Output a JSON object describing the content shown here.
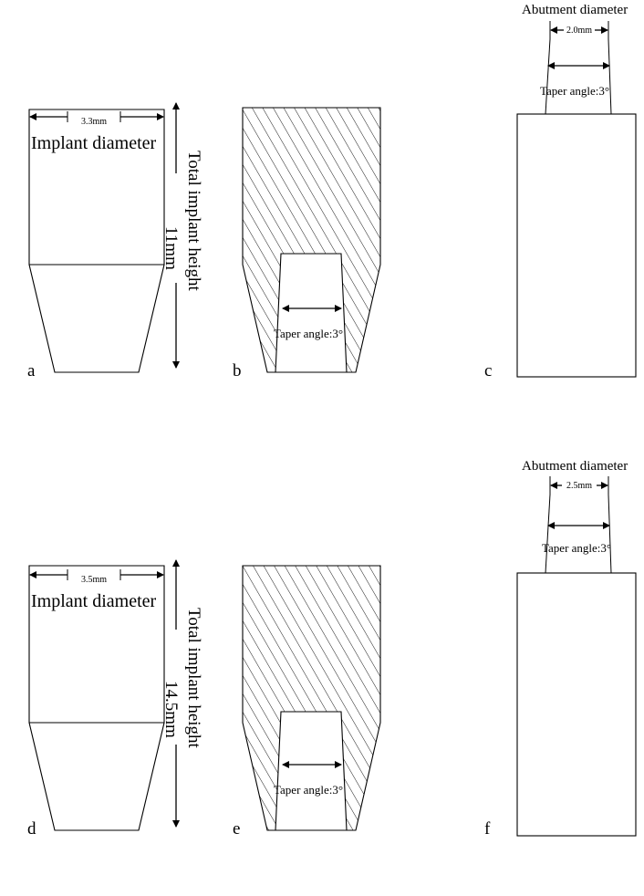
{
  "panels": {
    "a": {
      "letter": "a",
      "diameter_value": "3.3mm",
      "diameter_label": "Implant diameter",
      "height_label": "Total implant height",
      "height_value": "11mm"
    },
    "b": {
      "letter": "b",
      "taper_label": "Taper angle:3°"
    },
    "c": {
      "letter": "c",
      "abutment_title": "Abutment diameter",
      "diameter_value": "2.0mm",
      "taper_label": "Taper angle:3°"
    },
    "d": {
      "letter": "d",
      "diameter_value": "3.5mm",
      "diameter_label": "Implant diameter",
      "height_label": "Total implant height",
      "height_value": "14.5mm"
    },
    "e": {
      "letter": "e",
      "taper_label": "Taper angle:3°"
    },
    "f": {
      "letter": "f",
      "abutment_title": "Abutment diameter",
      "diameter_value": "2.5mm",
      "taper_label": "Taper angle:3°"
    }
  }
}
